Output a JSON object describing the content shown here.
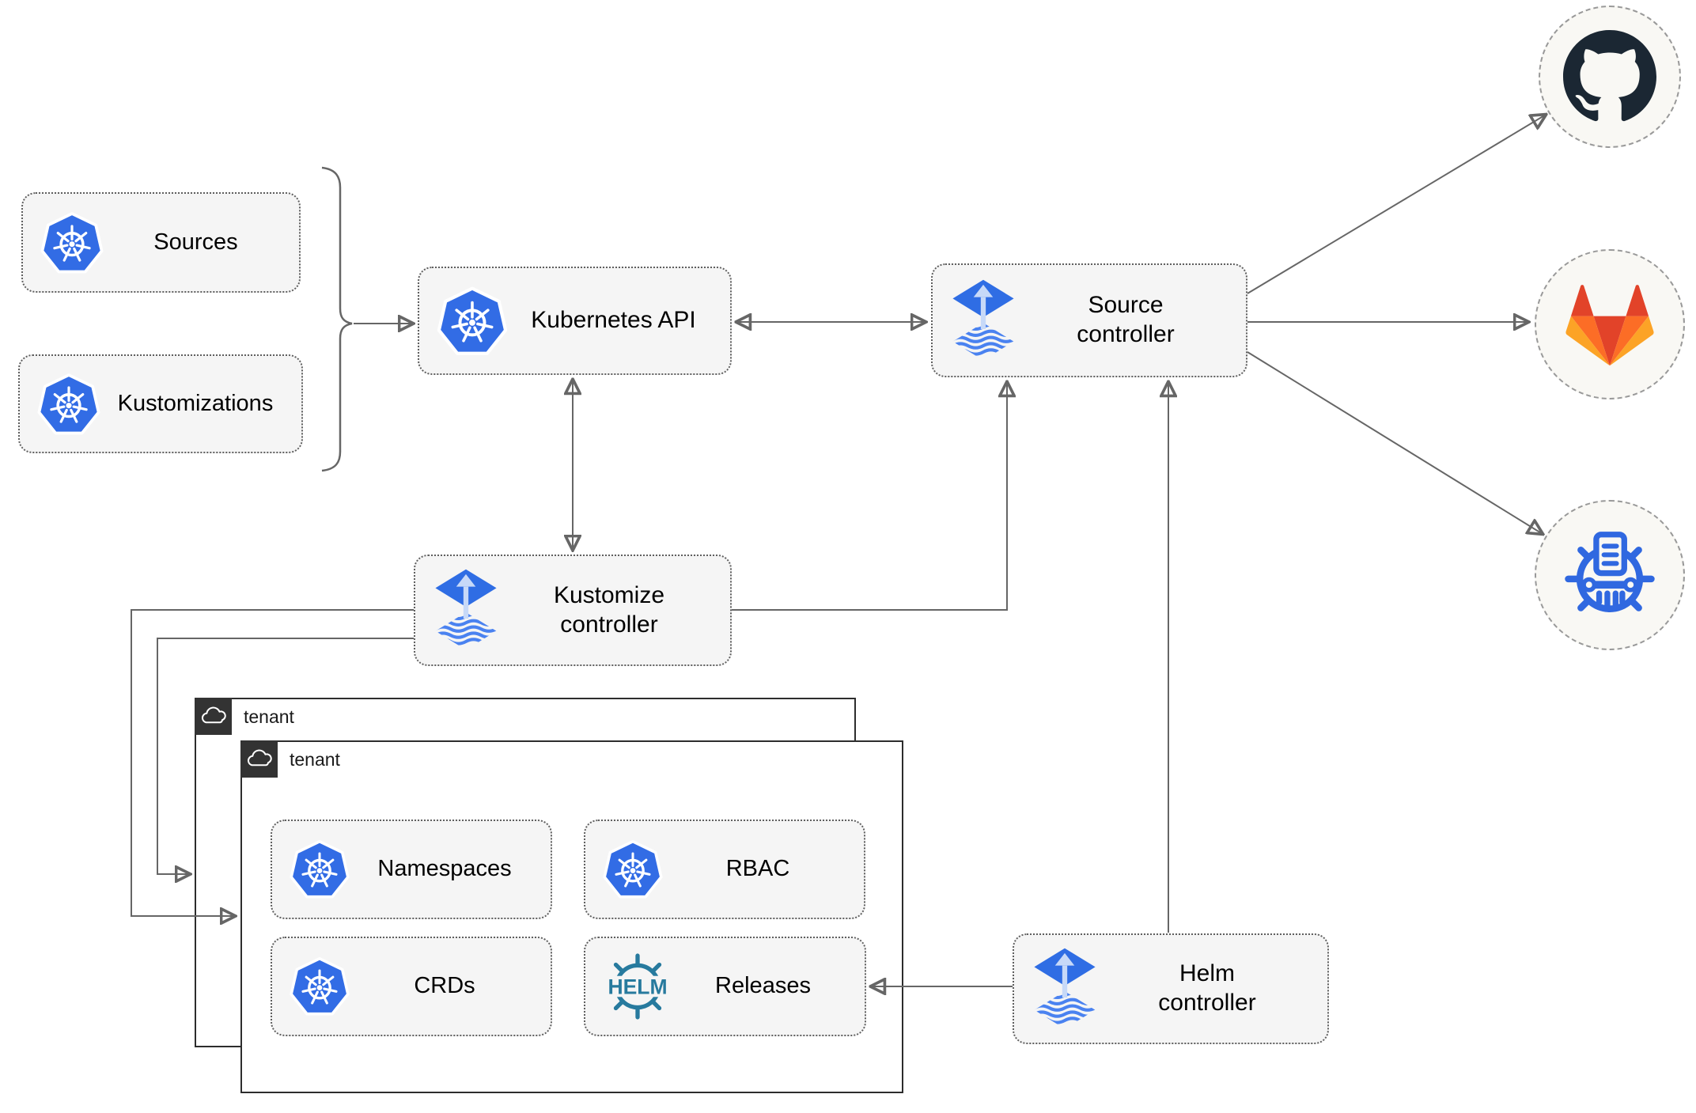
{
  "diagram": {
    "nodes": {
      "sources": "Sources",
      "kustomizations": "Kustomizations",
      "kubernetes_api": "Kubernetes API",
      "source_controller": "Source controller",
      "kustomize_controller": "Kustomize controller",
      "helm_controller": "Helm controller",
      "tenant_outer": "tenant",
      "tenant_inner": "tenant",
      "namespaces": "Namespaces",
      "rbac": "RBAC",
      "crds": "CRDs",
      "releases": "Releases"
    },
    "icon_text": {
      "helm_logo": "HELM"
    },
    "external_targets": [
      "github",
      "gitlab",
      "helm-repository"
    ],
    "colors": {
      "kubernetes_blue": "#326CE5",
      "flux_blue": "#2F6DE4",
      "flux_wave_blue": "#4A82F0",
      "flux_arrow_light": "#C7D9F8",
      "helm_teal": "#277A9E",
      "github_dark": "#1B2733",
      "gitlab_orange": "#E24329",
      "gitlab_mid_orange": "#FC6D26",
      "gitlab_yellow": "#FCA326",
      "repository_blue": "#3068E0",
      "connector_gray": "#666666",
      "node_fill": "#F5F5F5",
      "tenant_border": "#2D2D2D",
      "tenant_tab": "#333333",
      "circle_fill": "#F9F8F4"
    }
  }
}
